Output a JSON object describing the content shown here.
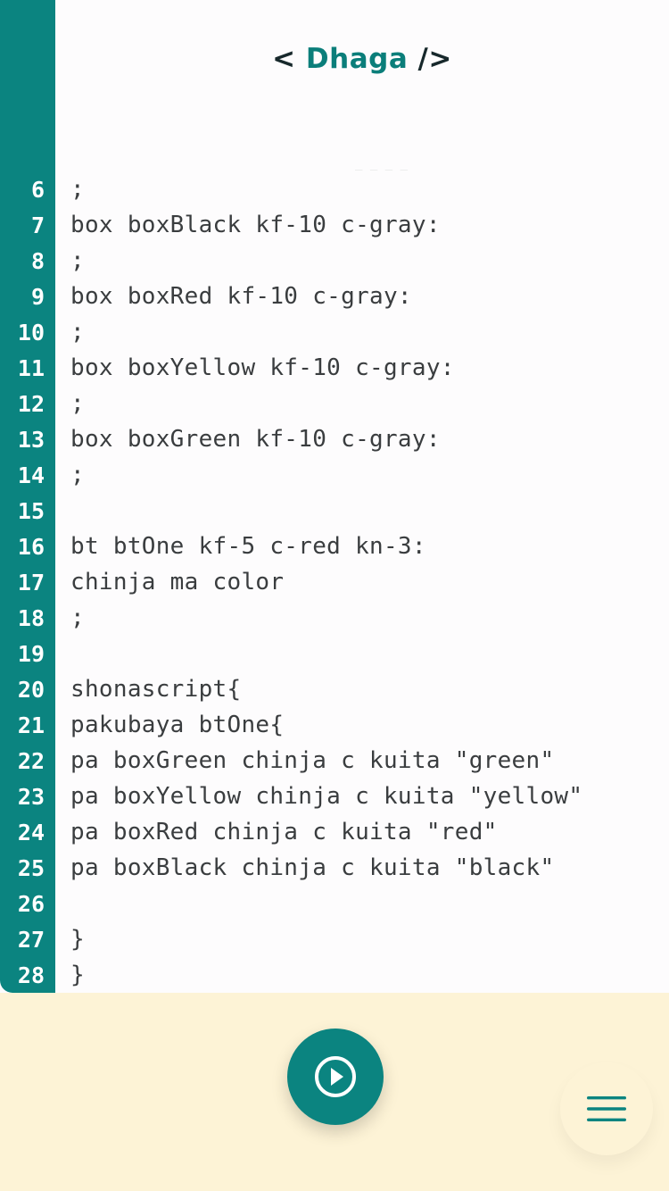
{
  "header": {
    "open": "< ",
    "brand": "Dhaga",
    "close": " />"
  },
  "editor": {
    "faded_fragment": "_ _ _ _",
    "lines": [
      {
        "num": "6",
        "code": ";"
      },
      {
        "num": "7",
        "code": "box boxBlack kf-10 c-gray:"
      },
      {
        "num": "8",
        "code": ";"
      },
      {
        "num": "9",
        "code": "box boxRed kf-10 c-gray:"
      },
      {
        "num": "10",
        "code": ";"
      },
      {
        "num": "11",
        "code": "box boxYellow kf-10 c-gray:"
      },
      {
        "num": "12",
        "code": ";"
      },
      {
        "num": "13",
        "code": "box boxGreen kf-10 c-gray:"
      },
      {
        "num": "14",
        "code": ";"
      },
      {
        "num": "15",
        "code": ""
      },
      {
        "num": "16",
        "code": "bt btOne kf-5 c-red kn-3:"
      },
      {
        "num": "17",
        "code": "chinja ma color"
      },
      {
        "num": "18",
        "code": ";"
      },
      {
        "num": "19",
        "code": ""
      },
      {
        "num": "20",
        "code": "shonascript{"
      },
      {
        "num": "21",
        "code": "pakubaya btOne{"
      },
      {
        "num": "22",
        "code": "pa boxGreen chinja c kuita \"green\""
      },
      {
        "num": "23",
        "code": "pa boxYellow chinja c kuita \"yellow\""
      },
      {
        "num": "24",
        "code": "pa boxRed chinja c kuita \"red\""
      },
      {
        "num": "25",
        "code": "pa boxBlack chinja c kuita \"black\""
      },
      {
        "num": "26",
        "code": ""
      },
      {
        "num": "27",
        "code": "}"
      },
      {
        "num": "28",
        "code": "}"
      }
    ]
  },
  "controls": {
    "run_icon": "play-circle-icon",
    "menu_icon": "hamburger-menu-icon"
  },
  "colors": {
    "accent": "#0b8480",
    "background": "#fdf3d6",
    "editor_bg": "#fdfcfd"
  }
}
